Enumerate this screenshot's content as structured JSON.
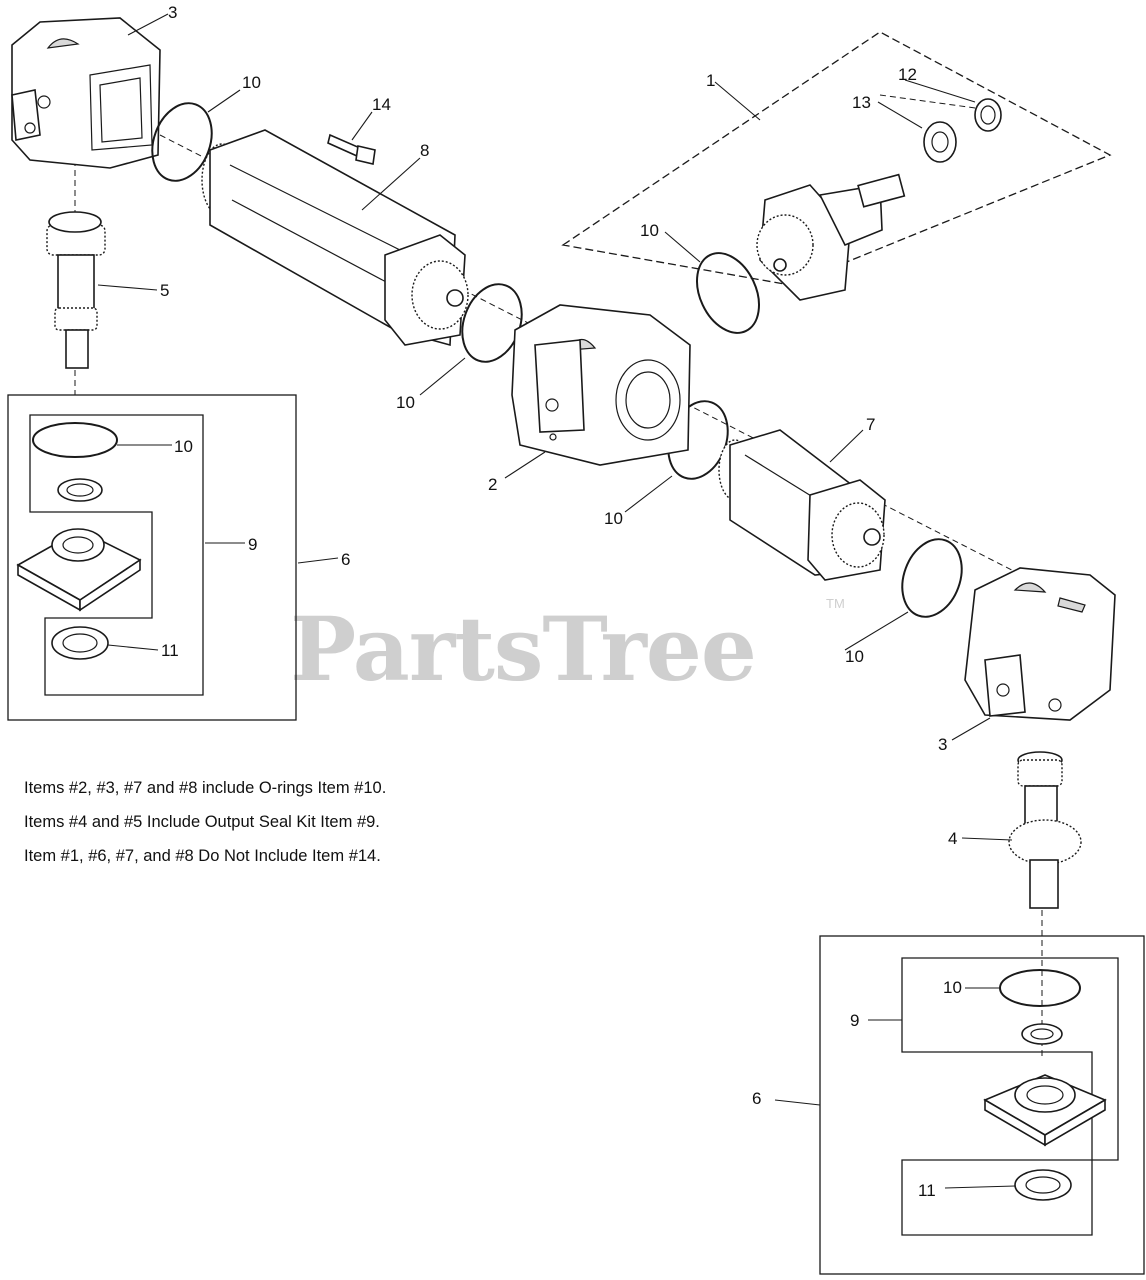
{
  "watermark": {
    "text": "PartsTree",
    "tm": "TM"
  },
  "callouts": {
    "c1": "1",
    "c2": "2",
    "c3_top": "3",
    "c3_bottom": "3",
    "c4": "4",
    "c5": "5",
    "c6_left": "6",
    "c6_right": "6",
    "c7": "7",
    "c8": "8",
    "c9_left": "9",
    "c9_right": "9",
    "c10_top": "10",
    "c10_kit1": "10",
    "c10_mid_left": "10",
    "c10_left_kit": "10",
    "c10_center": "10",
    "c10_right": "10",
    "c10_right_kit": "10",
    "c11_left": "11",
    "c11_right": "11",
    "c12": "12",
    "c13": "13",
    "c14": "14"
  },
  "notes": [
    "Items #2, #3, #7 and #8 include O-rings Item #10.",
    "Items #4 and #5 Include Output Seal Kit Item #9.",
    "Item #1, #6, #7, and #8 Do Not Include Item #14."
  ]
}
